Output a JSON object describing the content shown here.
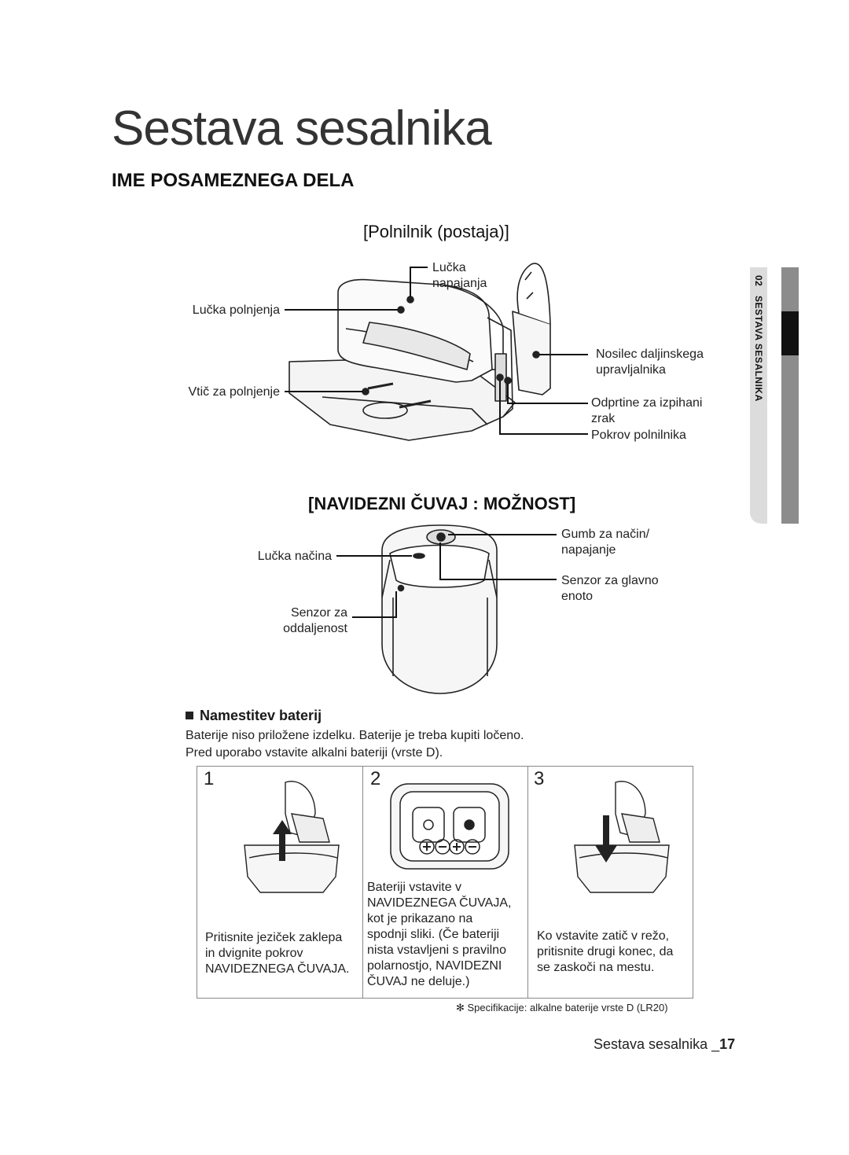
{
  "page": {
    "title": "Sestava sesalnika",
    "section_heading": "IME POSAMEZNEGA DELA"
  },
  "charger": {
    "heading": "[Polnilnik (postaja)]",
    "labels": {
      "power_lamp_1": "Lučka",
      "power_lamp_2": "napajanja",
      "charging_lamp": "Lučka polnjenja",
      "charging_plug": "Vtič za polnjenje",
      "remote_holder_1": "Nosilec daljinskega",
      "remote_holder_2": "upravljalnika",
      "exhaust_1": "Odprtine za izpihani",
      "exhaust_2": "zrak",
      "cover": "Pokrov polnilnika"
    }
  },
  "guard": {
    "heading": "[NAVIDEZNI ČUVAJ : MOŽNOST]",
    "labels": {
      "mode_button_1": "Gumb za način/",
      "mode_button_2": "napajanje",
      "mode_lamp": "Lučka načina",
      "main_sensor_1": "Senzor za glavno",
      "main_sensor_2": "enoto",
      "remote_sensor_1": "Senzor za",
      "remote_sensor_2": "oddaljenost"
    }
  },
  "batteries": {
    "heading": "Namestitev baterij",
    "line1": "Baterije niso priložene izdelku. Baterije je treba kupiti ločeno.",
    "line2": "Pred uporabo vstavite alkalni bateriji (vrste D).",
    "steps": [
      {
        "num": "1",
        "lines": [
          "Pritisnite jeziček zaklepa",
          "in dvignite pokrov",
          "NAVIDEZNEGA ČUVAJA."
        ]
      },
      {
        "num": "2",
        "lines": [
          "Bateriji vstavite v",
          "NAVIDEZNEGA ČUVAJA,",
          "kot je prikazano na",
          "spodnji sliki. (Če bateriji",
          "nista vstavljeni s pravilno",
          "polarnostjo, NAVIDEZNI",
          "ČUVAJ ne deluje.)"
        ]
      },
      {
        "num": "3",
        "lines": [
          "Ko vstavite zatič v režo,",
          "pritisnite drugi konec, da",
          "se zaskoči na mestu."
        ]
      }
    ],
    "footnote": "✻ Specifikacije: alkalne baterije vrste D (LR20)"
  },
  "sidebar": {
    "chapter": "02",
    "label": "SESTAVA SESALNIKA"
  },
  "footer": {
    "text": "Sestava sesalnika _",
    "page_number": "17"
  },
  "colors": {
    "tab_gray": "#8c8c8c",
    "tab_light": "#d9d9d9",
    "tab_dark": "#111111"
  }
}
